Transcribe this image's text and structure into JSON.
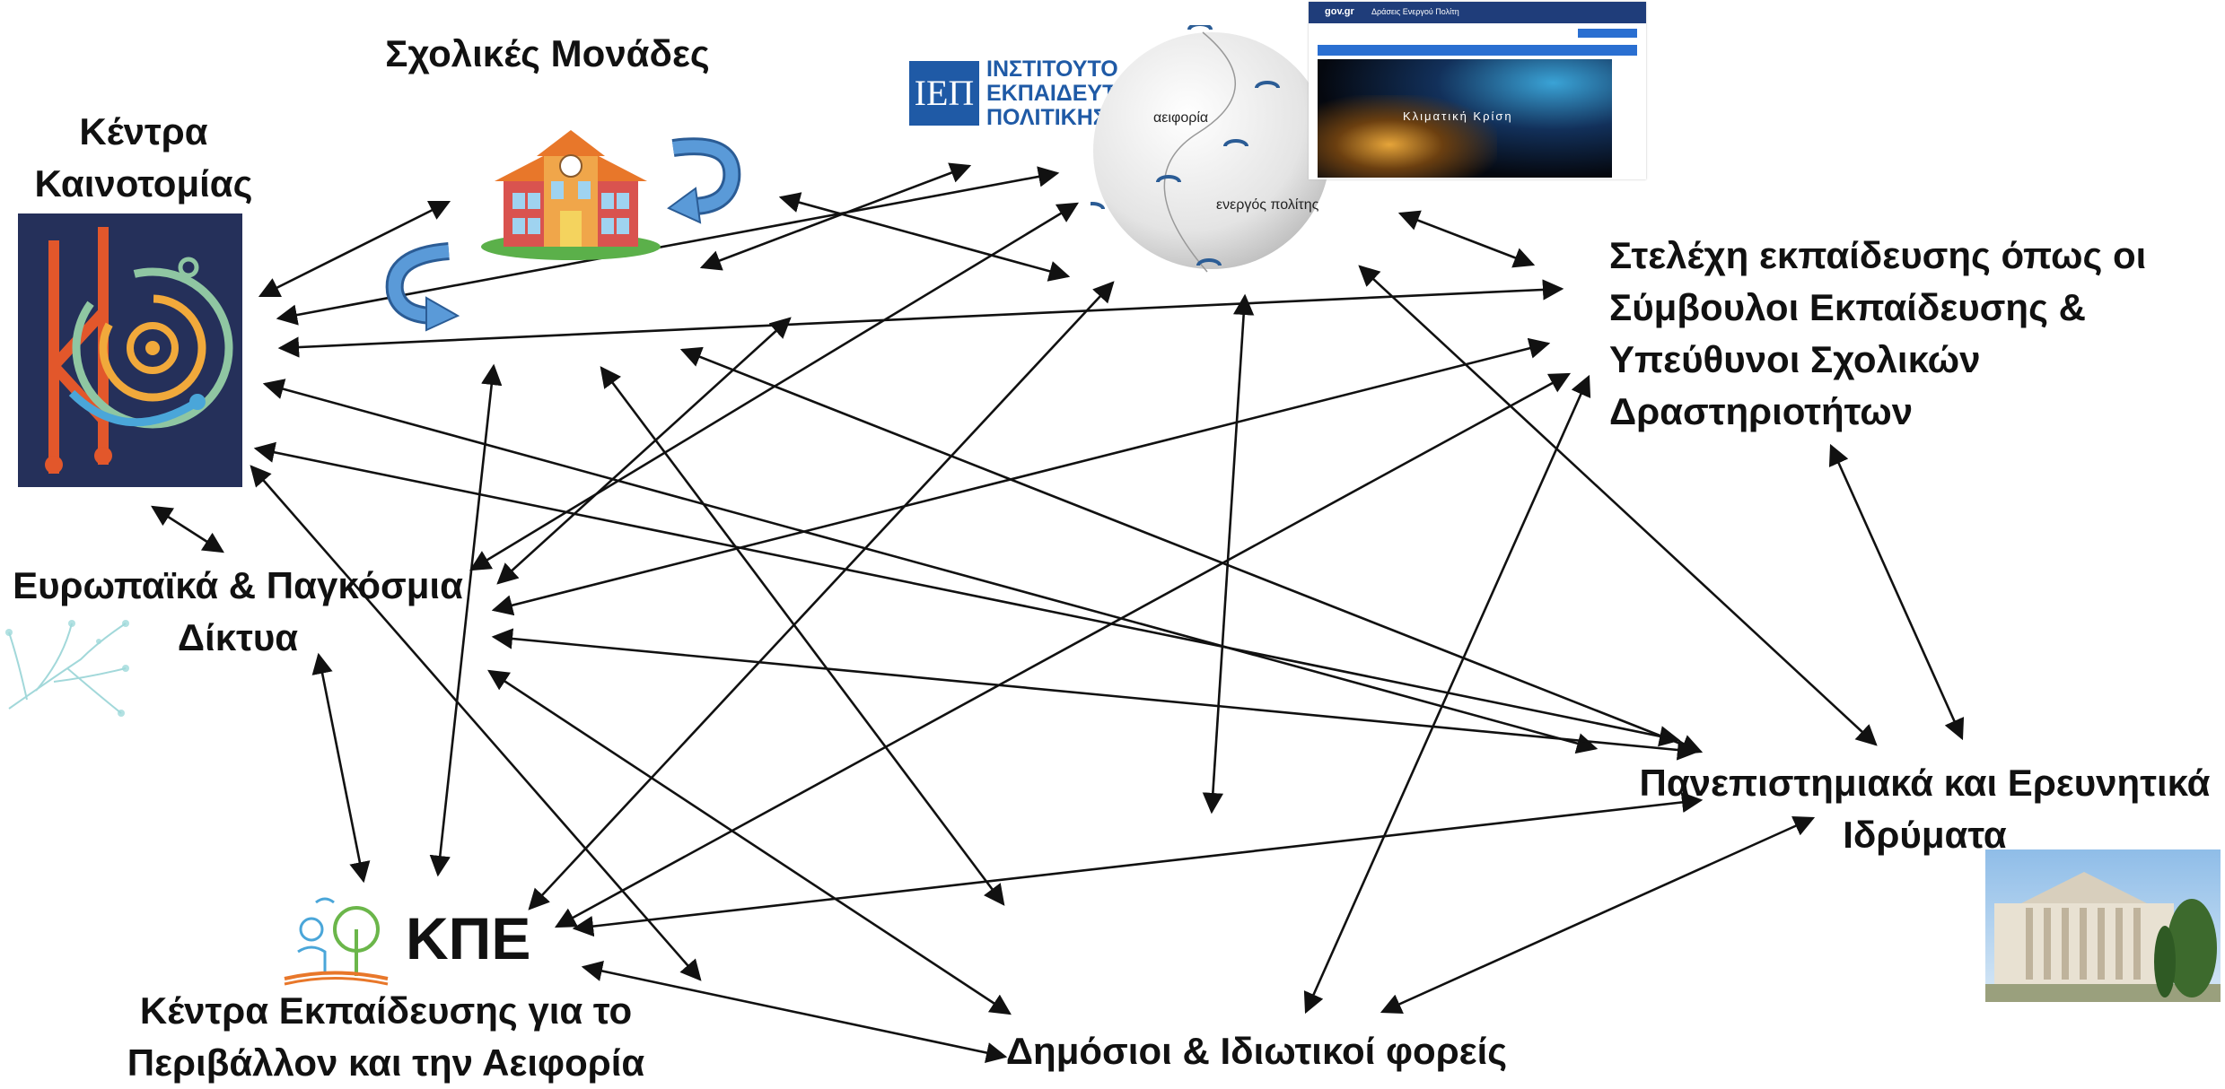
{
  "nodes": {
    "innovation_centers": {
      "line1": "Κέντρα",
      "line2": "Καινοτομίας"
    },
    "schools": {
      "label": "Σχολικές Μονάδες"
    },
    "iep": {
      "line1": "ΙΝΣΤΙΤΟΥΤΟ",
      "line2": "ΕΚΠΑΙΔΕΥΤΙΚΗΣ",
      "line3": "ΠΟΛΙΤΙΚΗΣ",
      "badge": "ΙΕΠ"
    },
    "sphere": {
      "word1": "αειφορία",
      "word2": "ενεργός πολίτης"
    },
    "portal": {
      "brand": "gov.gr",
      "title": "Δράσεις Ενεργού Πολίτη",
      "banner": "Κλιματική Κρίση"
    },
    "education_officers": {
      "line1": "Στελέχη εκπαίδευσης όπως οι",
      "line2": "Σύμβουλοι Εκπαίδευσης &",
      "line3": "Υπεύθυνοι Σχολικών",
      "line4": "Δραστηριοτήτων"
    },
    "networks": {
      "line1": "Ευρωπαϊκά & Παγκόσμια",
      "line2": "Δίκτυα"
    },
    "universities": {
      "line1": "Πανεπιστημιακά και Ερευνητικά",
      "line2": "Ιδρύματα"
    },
    "kpe": {
      "logo": "ΚΠΕ",
      "line1": "Κέντρα Εκπαίδευσης για το",
      "line2": "Περιβάλλον και την Αειφορία"
    },
    "public_private": {
      "label": "Δημόσιοι & Ιδιωτικοί φορείς"
    }
  },
  "colors": {
    "arrow": "#111111",
    "iep_blue": "#1f5aa6",
    "school_orange": "#e8772a",
    "innovation_bg": "#25305a",
    "curved_arrow": "#4a86c8"
  }
}
